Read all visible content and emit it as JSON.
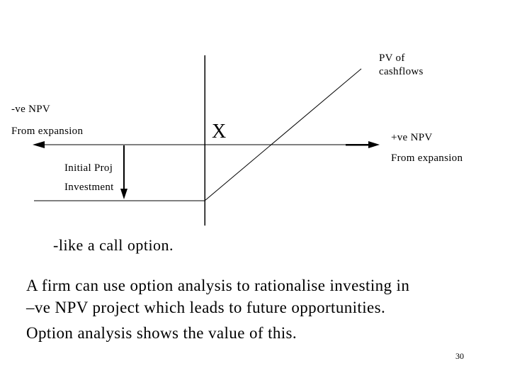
{
  "slide": {
    "page_number": "30",
    "colors": {
      "ink": "#000000",
      "background": "#ffffff"
    }
  },
  "diagram": {
    "type": "option-payoff-diagram",
    "axis_labels": {
      "pv_line1": "PV of",
      "pv_line2": "cashflows",
      "strike": "X"
    },
    "left_labels": {
      "npv": "-ve NPV",
      "source": "From expansion"
    },
    "right_labels": {
      "npv": "+ve NPV",
      "source": "From expansion"
    },
    "investment_labels": {
      "line1": "Initial Proj",
      "line2": "Investment"
    }
  },
  "body": {
    "call_option_note": "-like a call option.",
    "para1_line1": "A firm can use option analysis to rationalise investing in",
    "para1_line2": "–ve NPV project which leads to future opportunities.",
    "para2": "Option analysis shows the value of this."
  }
}
